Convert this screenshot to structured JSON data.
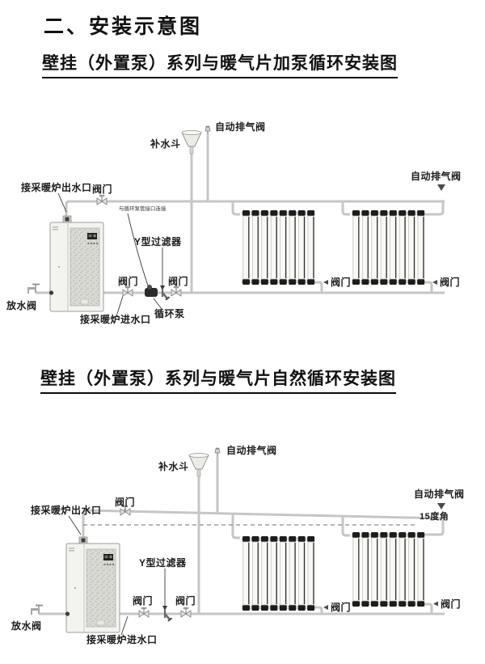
{
  "page_title": "二、安装示意图",
  "diagram1": {
    "subtitle": "壁挂（外置泵）系列与暖气片加泵循环安装图",
    "labels": {
      "auto_vent_top": "自动排气阀",
      "water_funnel": "补水斗",
      "auto_vent_right": "自动排气阀",
      "boiler_outlet": "接采暖炉出水口",
      "valve_top": "阀门",
      "pump_connection_note": "与循环泵管接口连接",
      "y_filter": "Y型过滤器",
      "valve_before_pump": "阀门",
      "valve_after_filter": "阀门",
      "circulation_pump": "循环泵",
      "boiler_inlet": "接采暖炉进水口",
      "drain_valve": "放水阀",
      "radiator1_valve": "阀门",
      "radiator2_valve": "阀门"
    }
  },
  "diagram2": {
    "subtitle": "壁挂（外置泵）系列与暖气片自然循环安装图",
    "labels": {
      "auto_vent_top": "自动排气阀",
      "water_funnel": "补水斗",
      "auto_vent_right": "自动排气阀",
      "slope_angle": "15度角",
      "boiler_outlet": "接采暖炉出水口",
      "valve_top": "阀门",
      "y_filter": "Y型过滤器",
      "valve_left": "阀门",
      "valve_right": "阀门",
      "boiler_inlet": "接采暖炉进水口",
      "drain_valve": "放水阀",
      "radiator1_valve": "阀门",
      "radiator2_valve": "阀门"
    }
  }
}
